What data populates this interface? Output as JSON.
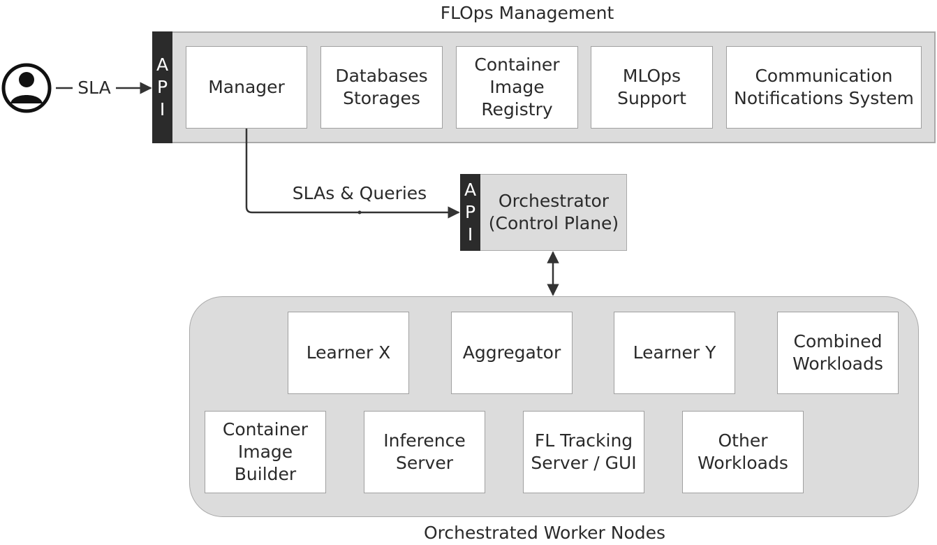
{
  "management": {
    "title": "FLOps Management",
    "api": [
      "A",
      "P",
      "I"
    ],
    "boxes": [
      "Manager",
      "Databases\nStorages",
      "Container\nImage\nRegistry",
      "MLOps\nSupport",
      "Communication\nNotifications System"
    ]
  },
  "user": {
    "icon": "user-icon",
    "sla_label": "SLA"
  },
  "connector": {
    "label": "SLAs & Queries"
  },
  "orchestrator": {
    "api": [
      "A",
      "P",
      "I"
    ],
    "label": "Orchestrator\n(Control Plane)"
  },
  "workers": {
    "title": "Orchestrated Worker Nodes",
    "row1": [
      "Learner X",
      "Aggregator",
      "Learner Y",
      "Combined\nWorkloads"
    ],
    "row2": [
      "Container\nImage\nBuilder",
      "Inference\nServer",
      "FL Tracking\nServer / GUI",
      "Other\nWorkloads"
    ]
  },
  "colors": {
    "panel_fill": "#dcdcdc",
    "api_fill": "#2b2b2b",
    "line": "#333333"
  }
}
